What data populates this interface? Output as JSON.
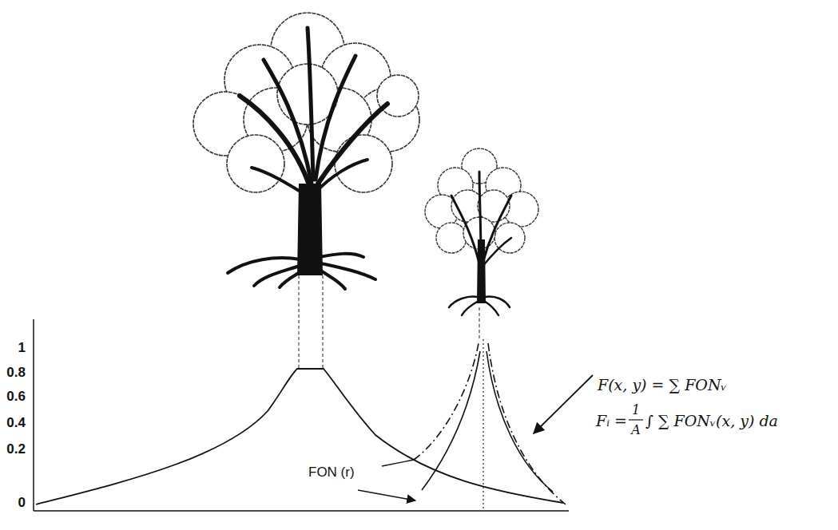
{
  "diagram": {
    "labels": [
      "1",
      "0.8",
      "0.6",
      "0.4",
      "0.2",
      "0",
      "FON (r)",
      "F(x, y) = ∑ FONᵥ",
      "Fᵢ =",
      "1",
      "A",
      "∫ ∑ FONᵥ(x, y) da"
    ]
  }
}
